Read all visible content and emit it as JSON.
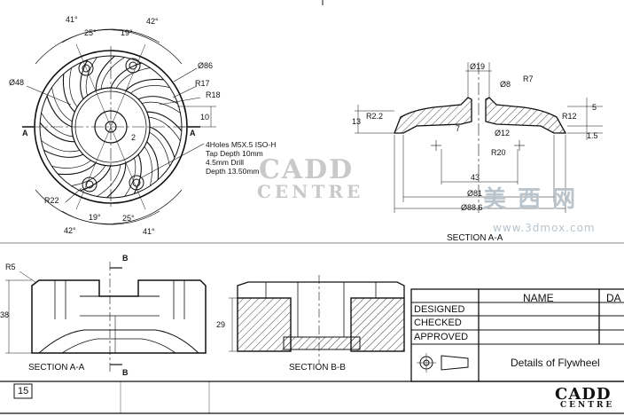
{
  "front_view": {
    "angles_top": [
      "41°",
      "25°",
      "19°",
      "42°"
    ],
    "angles_bottom": [
      "19°",
      "25°",
      "42°",
      "41°"
    ],
    "dia_48": "Ø48",
    "dia_86": "Ø86",
    "r17": "R17",
    "r18": "R18",
    "r22": "R22",
    "dim_10": "10",
    "dim_2": "2",
    "section_mark": "A",
    "hole_note": [
      "4Holes M5X.5 ISO-H",
      "Tap Depth 10mm",
      "4.5mm Drill",
      "Depth 13.50mm"
    ]
  },
  "section_aa_right": {
    "label": "SECTION  A-A",
    "dims": {
      "d19": "Ø19",
      "d8": "Ø8",
      "r7": "R7",
      "r22": "R2.2",
      "d13": "13",
      "d7": "7",
      "d12": "Ø12",
      "r12": "R12",
      "d5": "5",
      "d15": "1.5",
      "r20": "R20",
      "d43": "43",
      "d81": "Ø81",
      "d886": "Ø88.6"
    }
  },
  "section_aa_left": {
    "label": "SECTION  A-A",
    "r5": "R5",
    "dim_38": "38",
    "cut": "B"
  },
  "section_bb": {
    "label": "SECTION  B-B",
    "dim_29": "29"
  },
  "title_block": {
    "name_header": "NAME",
    "date_header": "DA",
    "rows": [
      "DESIGNED",
      "CHECKED",
      "APPROVED"
    ],
    "title": "Details of Flywheel"
  },
  "sheet_number": "15",
  "watermark": {
    "line1": "CADD",
    "line2": "CENTRE",
    "site_cn": "美 西 网",
    "site": "www.3dmox.com"
  },
  "brand": {
    "line1": "CADD",
    "line2": "CENTRE"
  },
  "colors": {
    "line": "#111111",
    "watermark": "#c9c9c9"
  }
}
